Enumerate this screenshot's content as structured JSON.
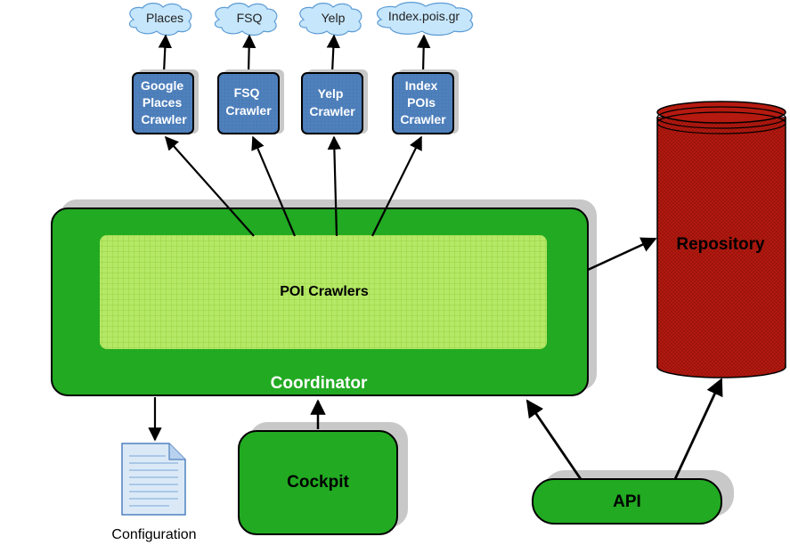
{
  "clouds": [
    {
      "label": "Places"
    },
    {
      "label": "FSQ"
    },
    {
      "label": "Yelp"
    },
    {
      "label": "Index.pois.gr"
    }
  ],
  "crawlers": [
    {
      "lines": [
        "Google",
        "Places",
        "Crawler"
      ]
    },
    {
      "lines": [
        "FSQ",
        "Crawler"
      ]
    },
    {
      "lines": [
        "Yelp",
        "Crawler"
      ]
    },
    {
      "lines": [
        "Index",
        "POIs",
        "Crawler"
      ]
    }
  ],
  "coordinator": {
    "label": "Coordinator",
    "inner_label": "POI Crawlers"
  },
  "repository": {
    "label": "Repository"
  },
  "cockpit": {
    "label": "Cockpit"
  },
  "api": {
    "label": "API"
  },
  "configuration": {
    "label": "Configuration"
  },
  "colors": {
    "green": "#22aa22",
    "green_inner": "#b5e866",
    "crawler_blue": "#4f81bd",
    "cloud_blue": "#c6e6fb",
    "repo_red": "#b51a10",
    "shadow": "#c8c8c8"
  }
}
